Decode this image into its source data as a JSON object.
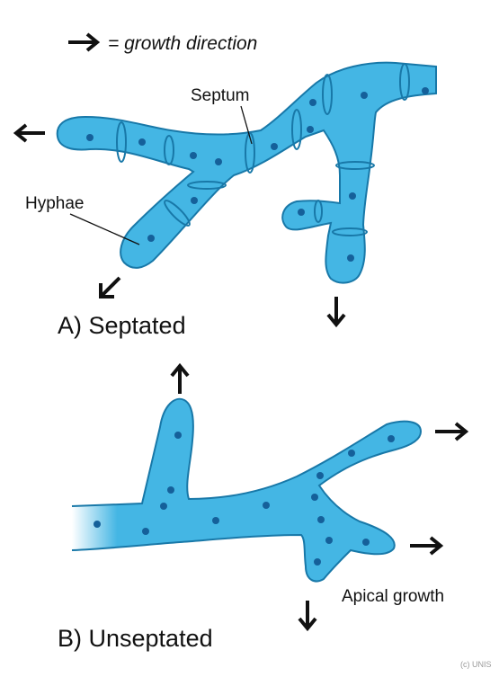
{
  "legend": {
    "text": "= growth direction"
  },
  "labels": {
    "septum": "Septum",
    "hyphae": "Hyphae",
    "apical_growth": "Apical growth"
  },
  "sections": {
    "a_title": "A) Septated",
    "b_title": "B) Unseptated"
  },
  "credit": "(c) UNIS",
  "colors": {
    "hypha_fill": "#44b6e4",
    "hypha_stroke": "#1878a8",
    "nucleus": "#15609a",
    "arrow": "#111111"
  }
}
